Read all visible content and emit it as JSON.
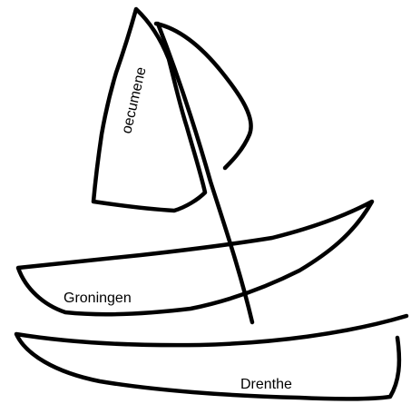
{
  "colors": {
    "background": "#ffffff",
    "stroke": "#000000",
    "sail_fill": "#d0d0d0",
    "hull_fill": "#dedede"
  },
  "labels": {
    "sail": "oecumene",
    "upper_hull": "Groningen",
    "lower_hull": "Drenthe"
  }
}
